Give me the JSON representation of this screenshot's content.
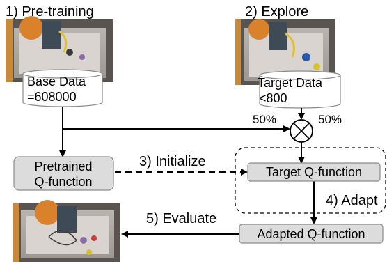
{
  "steps": {
    "pretraining": "1) Pre-training",
    "explore": "2) Explore",
    "initialize": "3) Initialize",
    "adapt": "4) Adapt",
    "evaluate": "5) Evaluate"
  },
  "datasets": {
    "base": {
      "line1": "Base Data",
      "line2": "=608000"
    },
    "target": {
      "line1": "Target Data",
      "line2": "<800"
    }
  },
  "mix": {
    "left_pct": "50%",
    "right_pct": "50%"
  },
  "boxes": {
    "pretrained_line1": "Pretrained",
    "pretrained_line2": "Q-function",
    "target_q": "Target Q-function",
    "adapted_q": "Adapted Q-function"
  },
  "colors": {
    "box_fill": "#dcdcdc",
    "box_stroke": "#8c8c8c",
    "line": "#000000",
    "photo_bin": "#c8c2bc"
  }
}
